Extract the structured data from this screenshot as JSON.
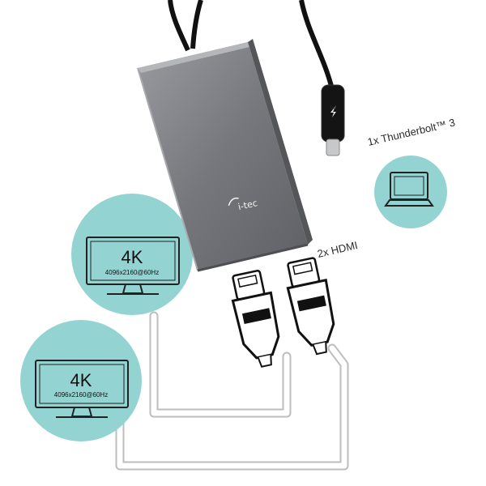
{
  "brand": {
    "logo_text": "i-tec"
  },
  "labels": {
    "thunderbolt": "1x Thunderbolt™ 3",
    "hdmi": "2x HDMI",
    "tb_symbol": "3"
  },
  "connectors": {
    "hdmi_left": "HDMI",
    "hdmi_right": "HDMI"
  },
  "monitors": [
    {
      "resolution": "4K",
      "mode": "4096x2160@60Hz"
    },
    {
      "resolution": "4K",
      "mode": "4096x2160@60Hz"
    }
  ],
  "colors": {
    "circle": "#93d4d2",
    "device_body": "#7a7b7f",
    "cable": "#111111"
  }
}
